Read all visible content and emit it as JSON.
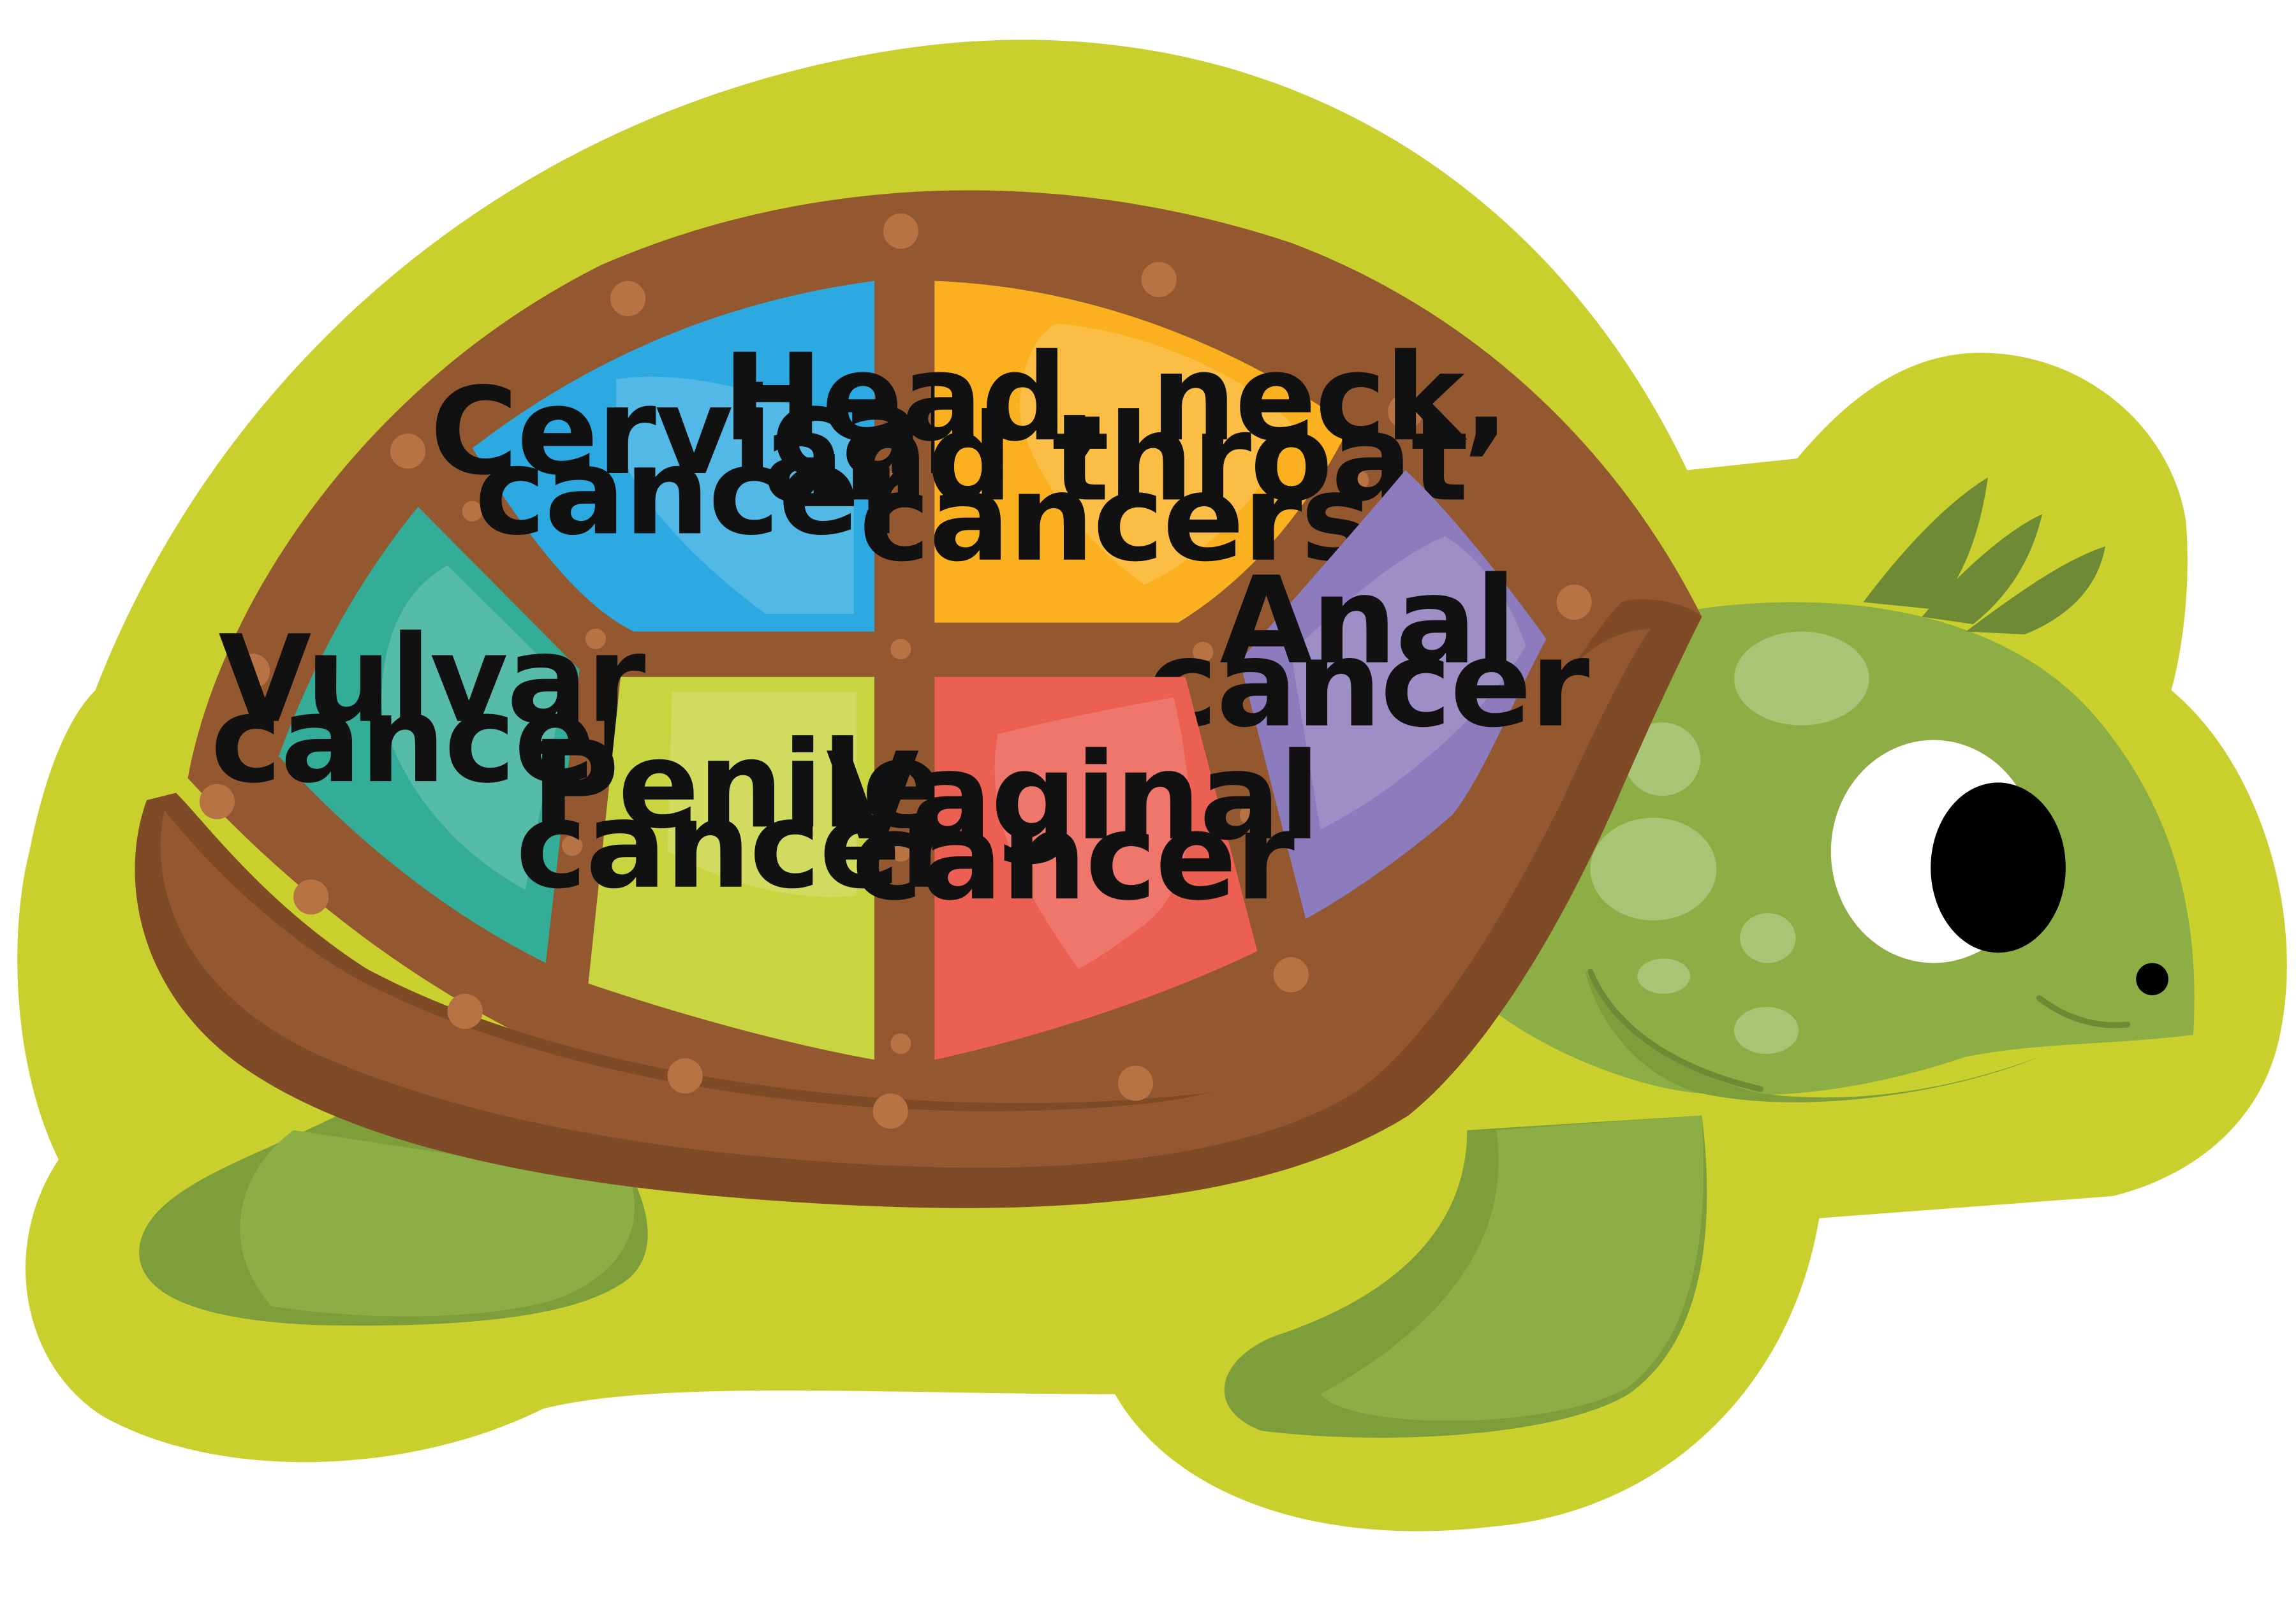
{
  "segments": {
    "cervical": {
      "line1": "Cervical",
      "line2": "cancer",
      "color": "#2DA9E1"
    },
    "head_neck_throat": {
      "line1": "Head, neck,",
      "line2": "and throat",
      "line3": "cancers",
      "color": "#FBB11F"
    },
    "anal": {
      "line1": "Anal",
      "line2": "cancer",
      "color": "#8C7BBD"
    },
    "vulvar": {
      "line1": "Vulvar",
      "line2": "cancer",
      "color": "#33AD97"
    },
    "penile": {
      "line1": "Penile",
      "line2": "cancer",
      "color": "#C9D441"
    },
    "vaginal": {
      "line1": "Vaginal",
      "line2": "cancer",
      "color": "#EC6053"
    }
  },
  "colors": {
    "outline_backdrop": "#C9D02E",
    "turtle_skin": "#8DAE45",
    "turtle_skin_dark": "#7E9E3B",
    "shell_brown": "#93582F",
    "shell_dark": "#7F4A26",
    "rivet": "#B87345"
  },
  "icons": {
    "mascot": "turtle-icon"
  }
}
